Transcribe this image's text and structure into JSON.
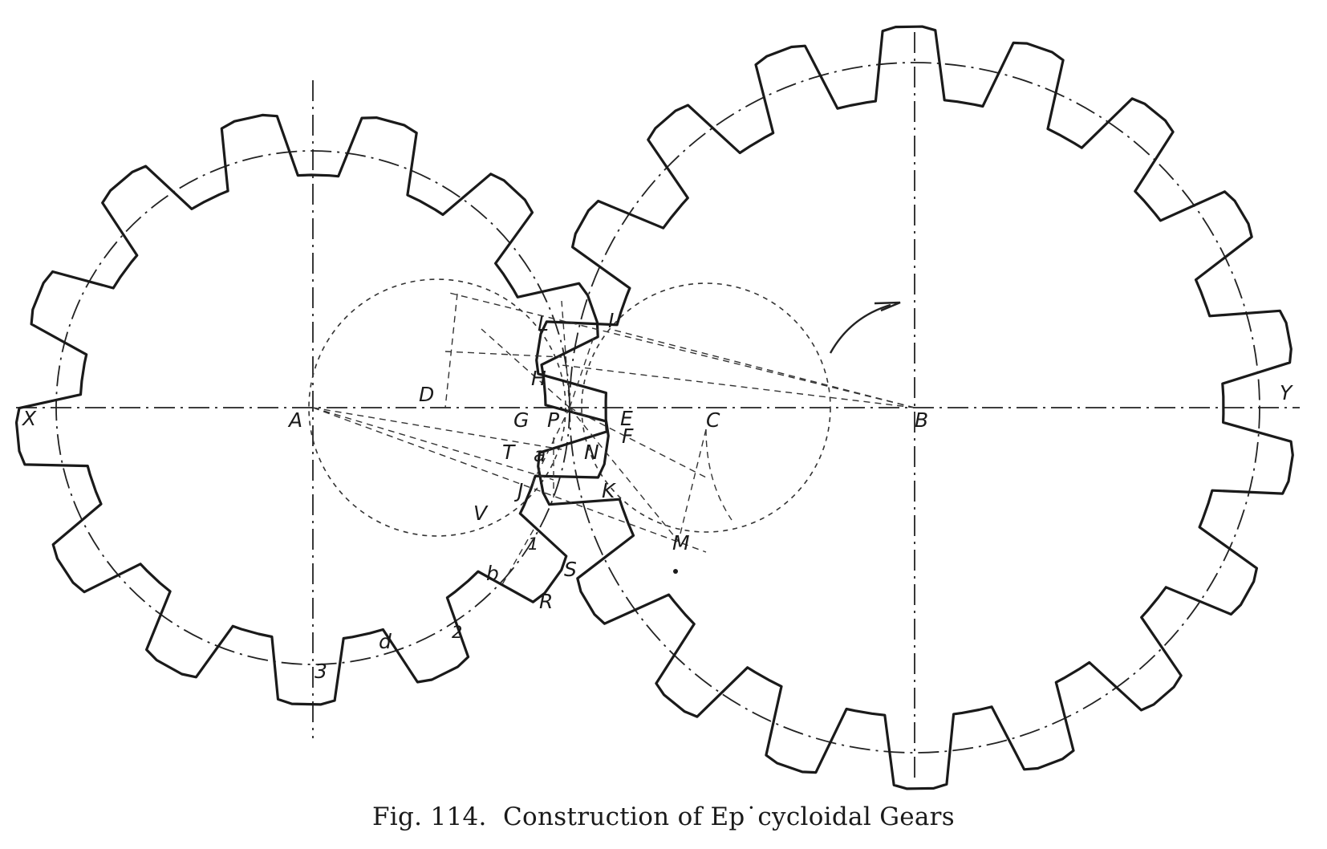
{
  "figure": {
    "caption_number": "Fig. 114.",
    "caption_title": "Construction of Ep˙cycloidal Gears"
  },
  "labels": {
    "X": "X",
    "Y": "Y",
    "A": "A",
    "B": "B",
    "C": "C",
    "D": "D",
    "E": "E",
    "F": "F",
    "G": "G",
    "H": "H",
    "I": "I",
    "J": "J",
    "K": "K",
    "L": "L",
    "M": "M",
    "N": "N",
    "P": "P",
    "R": "R",
    "S": "S",
    "T": "T",
    "V": "V",
    "a": "a",
    "b": "b",
    "d": "d",
    "n1": "1",
    "n2": "2",
    "n3": "3"
  },
  "gears": {
    "left_teeth": 13,
    "right_teeth": 18
  }
}
